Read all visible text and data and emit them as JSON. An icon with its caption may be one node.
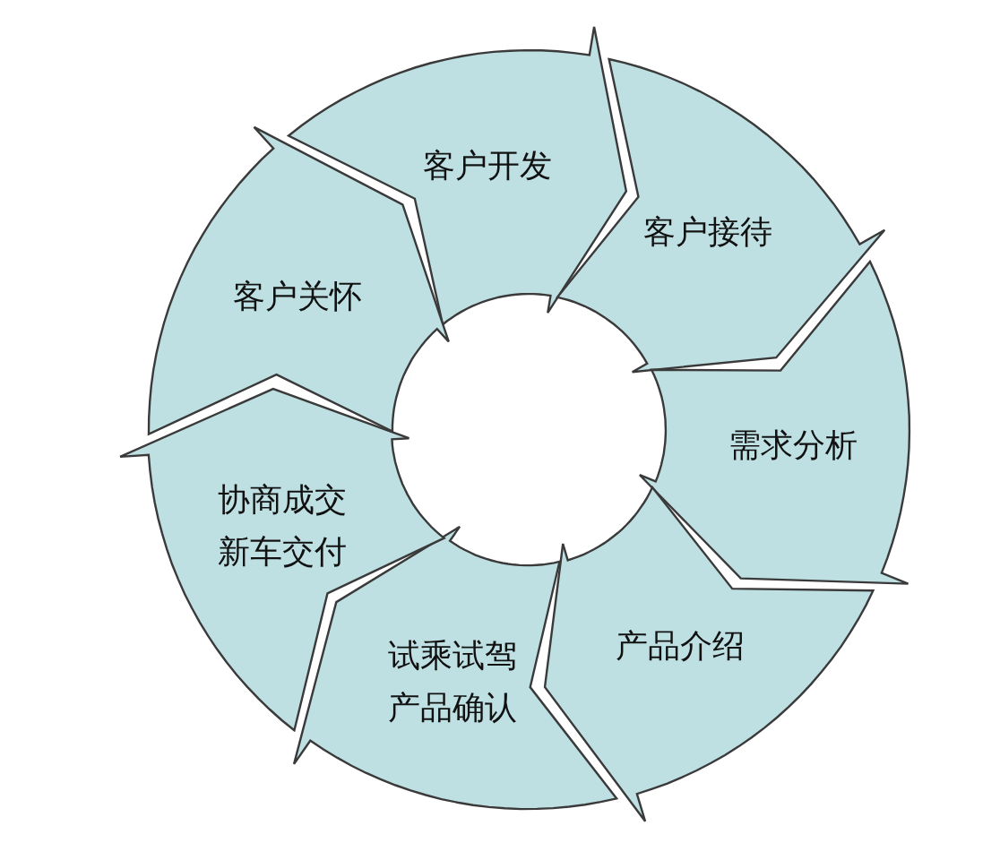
{
  "diagram": {
    "nodes": [
      {
        "text": [
          "客户开发"
        ]
      },
      {
        "text": [
          "客户接待"
        ]
      },
      {
        "text": [
          "需求分析"
        ]
      },
      {
        "text": [
          "产品介绍"
        ]
      },
      {
        "text": [
          "试乘试驾产品确认"
        ]
      },
      {
        "text": [
          "协商成交新车交付"
        ]
      },
      {
        "text": [
          "客户关怀"
        ]
      }
    ]
  }
}
